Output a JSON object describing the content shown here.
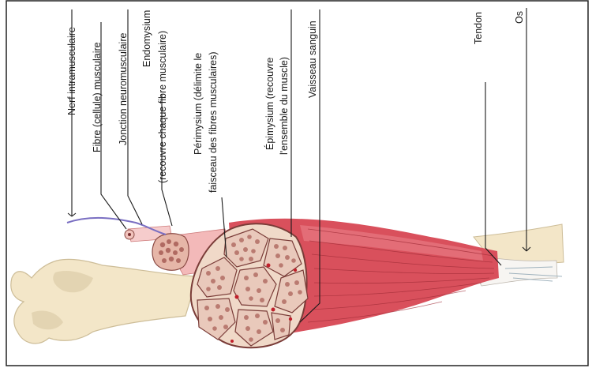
{
  "labels": {
    "nerf": "Nerf intramusculaire",
    "fibre": "Fibre (cellule) musculaire",
    "jonction": "Jonction neuromusculaire",
    "endomysium_1": "Endomysium",
    "endomysium_2": "(recouvre chaque fibre musculaire)",
    "perimysium_1": "Périmysium (délimite le",
    "perimysium_2": "faisceau des fibres musculaires)",
    "epimysium_1": "Épimysium (recouvre",
    "epimysium_2": "l'ensemble du muscle)",
    "vaisseau": "Vaisseau sanguin",
    "tendon": "Tendon",
    "os": "Os"
  },
  "colors": {
    "muscle": "#d9505c",
    "muscle_light": "#ec8e93",
    "bone": "#f3e6c8",
    "bone_shadow": "#d9c9a4",
    "fascicle_fill": "#e9c9bb",
    "fascicle_cell": "#b5736a",
    "nerve": "#7a6fc2",
    "tendon": "#f5f3f0"
  }
}
